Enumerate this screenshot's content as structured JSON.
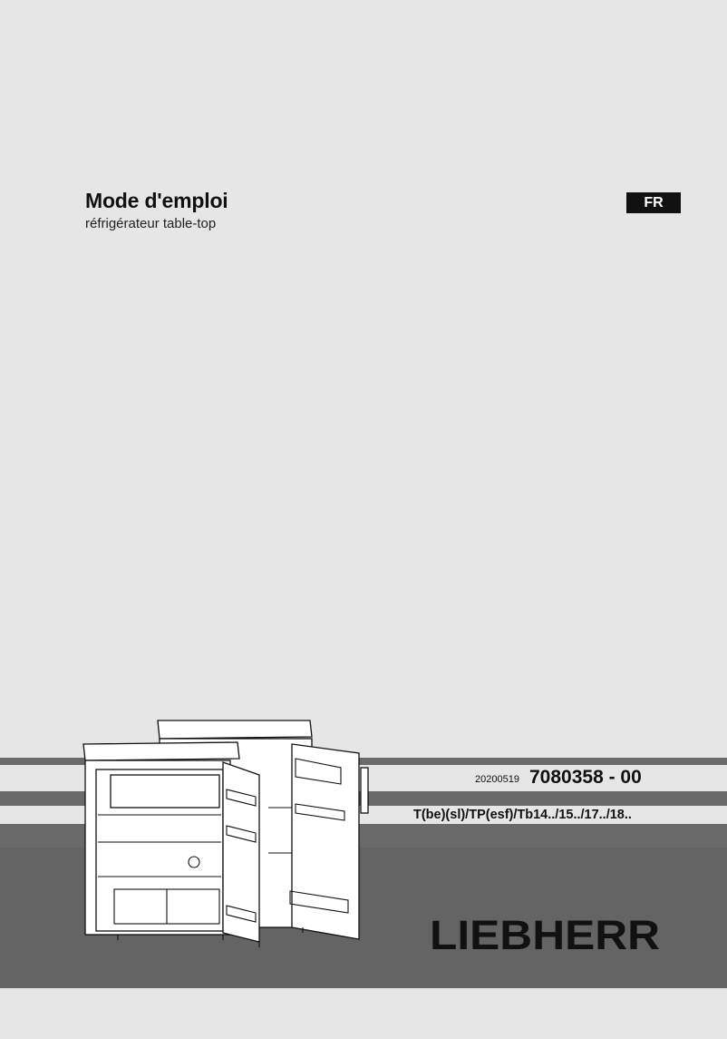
{
  "header": {
    "title": "Mode d'emploi",
    "subtitle": "réfrigérateur table-top",
    "language_badge": "FR"
  },
  "document": {
    "date_code": "20200519",
    "doc_number": "7080358 - 00",
    "models": "T(be)(sl)/TP(esf)/Tb14../15../17../18.."
  },
  "brand": {
    "logo_text": "LIEBHERR"
  },
  "colors": {
    "background": "#e6e6e6",
    "stripe": "#6a6a6a",
    "band": "#646464",
    "text": "#111111",
    "badge_bg": "#111111",
    "badge_text": "#ffffff"
  },
  "illustration": {
    "icon": "open-fridge-illustration"
  }
}
